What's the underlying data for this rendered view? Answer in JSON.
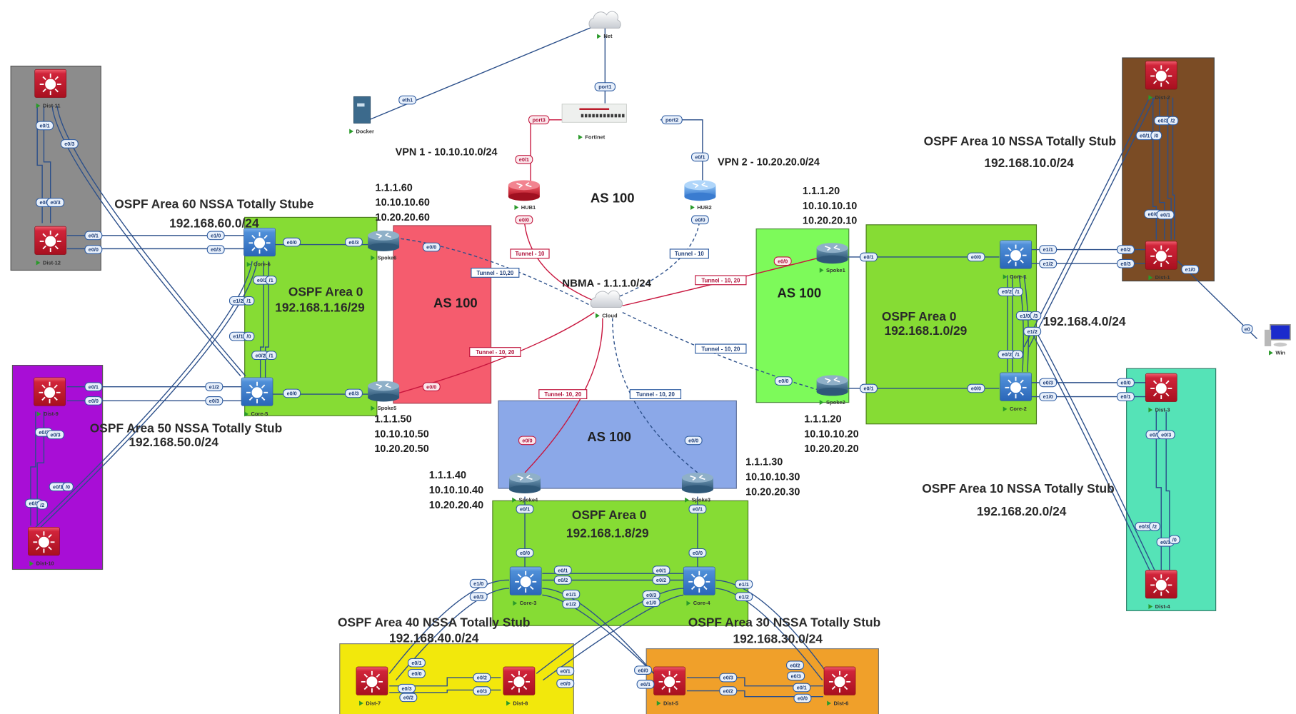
{
  "title": "OSPF / DMVPN Network Topology",
  "colors": {
    "area_green": "#86dc34",
    "as_light_green": "#7dfa5a",
    "as_red": "#f55c6e",
    "as_blue": "#8ba8e8",
    "dist_grey": "#8c8c8c",
    "dist_purple": "#a80ed6",
    "dist_brown": "#7b4c25",
    "dist_teal": "#55e3b7",
    "dist_yellow": "#f2e80c",
    "dist_orange": "#f0a02a",
    "link_blue": "#2b4f8a",
    "tunnel_red": "#c8163e"
  },
  "regions": [
    {
      "id": "grey",
      "label": ""
    },
    {
      "id": "purple",
      "label": ""
    },
    {
      "id": "area0-left",
      "label": "OSPF Area 0",
      "sub": "192.168.1.16/29"
    },
    {
      "id": "as-red",
      "label": "AS 100"
    },
    {
      "id": "as-green",
      "label": "AS 100"
    },
    {
      "id": "area0-right",
      "label": "OSPF Area 0",
      "sub": "192.168.1.0/29"
    },
    {
      "id": "brown",
      "label": ""
    },
    {
      "id": "teal",
      "label": ""
    },
    {
      "id": "as-blue",
      "label": "AS 100"
    },
    {
      "id": "area0-bottom",
      "label": "OSPF Area 0",
      "sub": "192.168.1.8/29"
    },
    {
      "id": "yellow",
      "label": ""
    },
    {
      "id": "orange",
      "label": ""
    }
  ],
  "texts": {
    "area60": "OSPF Area 60 NSSA Totally Stube",
    "area60_net": "192.168.60.0/24",
    "area50": "OSPF Area 50 NSSA Totally Stub",
    "area50_net": "192.168.50.0/24",
    "area10a": "OSPF Area 10 NSSA Totally Stub",
    "area10a_net": "192.168.10.0/24",
    "area10b": "OSPF Area 10 NSSA Totally Stub",
    "area10b_net": "192.168.20.0/24",
    "area40": "OSPF Area 40 NSSA Totally Stub",
    "area40_net": "192.168.40.0/24",
    "area30": "OSPF Area 30 NSSA Totally Stub",
    "area30_net": "192.168.30.0/24",
    "net4": "192.168.4.0/24",
    "vpn1": "VPN 1 - 10.10.10.0/24",
    "vpn2": "VPN 2 - 10.20.20.0/24",
    "as_top": "AS 100",
    "nbma": "NBMA - 1.1.1.0/24",
    "spoke6_ips": [
      "1.1.1.60",
      "10.10.10.60",
      "10.20.20.60"
    ],
    "spoke5_ips": [
      "1.1.1.50",
      "10.10.10.50",
      "10.20.20.50"
    ],
    "spoke1_ips": [
      "1.1.1.20",
      "10.10.10.10",
      "10.20.20.10"
    ],
    "spoke2_ips": [
      "1.1.1.20",
      "10.10.10.20",
      "10.20.20.20"
    ],
    "spoke4_ips": [
      "1.1.1.40",
      "10.10.10.40",
      "10.20.20.40"
    ],
    "spoke3_ips": [
      "1.1.1.30",
      "10.10.10.30",
      "10.20.20.30"
    ]
  },
  "nodes": [
    {
      "id": "net",
      "label": "Net",
      "type": "cloud"
    },
    {
      "id": "docker",
      "label": "Docker",
      "type": "server"
    },
    {
      "id": "fortinet",
      "label": "Fortinet",
      "type": "firewall"
    },
    {
      "id": "hub1",
      "label": "HUB1",
      "type": "router-red"
    },
    {
      "id": "hub2",
      "label": "HUB2",
      "type": "router-blue"
    },
    {
      "id": "cloud",
      "label": "Cloud",
      "type": "cloud"
    },
    {
      "id": "spoke6",
      "label": "Spoke6",
      "type": "router"
    },
    {
      "id": "spoke5",
      "label": "Spoke5",
      "type": "router"
    },
    {
      "id": "spoke1",
      "label": "Spoke1",
      "type": "router"
    },
    {
      "id": "spoke2",
      "label": "Spoke2",
      "type": "router"
    },
    {
      "id": "spoke4",
      "label": "Spoke4",
      "type": "router"
    },
    {
      "id": "spoke3",
      "label": "Spoke3",
      "type": "router"
    },
    {
      "id": "core6",
      "label": "Core-6",
      "type": "l3switch-blue"
    },
    {
      "id": "core5",
      "label": "Core-5",
      "type": "l3switch-blue"
    },
    {
      "id": "core1",
      "label": "Core-1",
      "type": "l3switch-blue"
    },
    {
      "id": "core2",
      "label": "Core-2",
      "type": "l3switch-blue"
    },
    {
      "id": "core3",
      "label": "Core-3",
      "type": "l3switch-blue"
    },
    {
      "id": "core4",
      "label": "Core-4",
      "type": "l3switch-blue"
    },
    {
      "id": "dist11",
      "label": "Dist-11",
      "type": "l3switch-red"
    },
    {
      "id": "dist12",
      "label": "Dist-12",
      "type": "l3switch-red"
    },
    {
      "id": "dist9",
      "label": "Dist-9",
      "type": "l3switch-red"
    },
    {
      "id": "dist10",
      "label": "Dist-10",
      "type": "l3switch-red"
    },
    {
      "id": "dist2",
      "label": "Dist-2",
      "type": "l3switch-red"
    },
    {
      "id": "dist1",
      "label": "Dist-1",
      "type": "l3switch-red"
    },
    {
      "id": "dist3",
      "label": "Dist-3",
      "type": "l3switch-red"
    },
    {
      "id": "dist4",
      "label": "Dist-4",
      "type": "l3switch-red"
    },
    {
      "id": "dist7",
      "label": "Dist-7",
      "type": "l3switch-red"
    },
    {
      "id": "dist8",
      "label": "Dist-8",
      "type": "l3switch-red"
    },
    {
      "id": "dist5",
      "label": "Dist-5",
      "type": "l3switch-red"
    },
    {
      "id": "dist6",
      "label": "Dist-6",
      "type": "l3switch-red"
    },
    {
      "id": "win",
      "label": "Win",
      "type": "pc"
    }
  ],
  "ports": [
    {
      "t": "eth1"
    },
    {
      "t": "port1"
    },
    {
      "t": "port3",
      "red": true
    },
    {
      "t": "port2"
    },
    {
      "t": "e0/1",
      "red": true
    },
    {
      "t": "e0/1"
    },
    {
      "t": "e0/0",
      "red": true
    },
    {
      "t": "e0/0"
    },
    {
      "t": "e0/3"
    },
    {
      "t": "e0/0"
    },
    {
      "t": "e0/0"
    },
    {
      "t": "e0/3"
    },
    {
      "t": "e0/0"
    },
    {
      "t": "e0/0",
      "red": true
    },
    {
      "t": "e0/0",
      "red": true
    },
    {
      "t": "e0/1"
    },
    {
      "t": "e0/0"
    },
    {
      "t": "e0/0"
    },
    {
      "t": "e0/1"
    },
    {
      "t": "e0/0"
    },
    {
      "t": "e0/1"
    },
    {
      "t": "e0/0"
    },
    {
      "t": "e0/0",
      "red": true
    },
    {
      "t": "e0/0"
    },
    {
      "t": "e0/1"
    },
    {
      "t": "e0/0"
    },
    {
      "t": "e0/1"
    },
    {
      "t": "e0/0"
    },
    {
      "t": "e0/1"
    },
    {
      "t": "e1/0"
    },
    {
      "t": "e0/0"
    },
    {
      "t": "e0/3"
    },
    {
      "t": "e0/1"
    },
    {
      "t": "e1/2"
    },
    {
      "t": "e0/0"
    },
    {
      "t": "e0/3"
    },
    {
      "t": "e0/1"
    },
    {
      "t": "e0/3"
    },
    {
      "t": "e0/2"
    },
    {
      "t": "e0/3"
    },
    {
      "t": "e0/2"
    },
    {
      "t": "/1"
    },
    {
      "t": "e1/2"
    },
    {
      "t": "/1"
    },
    {
      "t": "e1/1"
    },
    {
      "t": "/0"
    },
    {
      "t": "e0/2"
    },
    {
      "t": "/1"
    },
    {
      "t": "e0/2"
    },
    {
      "t": "e0/3"
    },
    {
      "t": "e0/1"
    },
    {
      "t": "/0"
    },
    {
      "t": "e0/3"
    },
    {
      "t": "/2"
    },
    {
      "t": "e1/1"
    },
    {
      "t": "e1/2"
    },
    {
      "t": "e0/2"
    },
    {
      "t": "e0/3"
    },
    {
      "t": "e0/3"
    },
    {
      "t": "e1/0"
    },
    {
      "t": "e0/0"
    },
    {
      "t": "e0/1"
    },
    {
      "t": "e0/2"
    },
    {
      "t": "/1"
    },
    {
      "t": "e1/0"
    },
    {
      "t": "/3"
    },
    {
      "t": "e1/2"
    },
    {
      "t": "e0/2"
    },
    {
      "t": "/1"
    },
    {
      "t": "e0/1"
    },
    {
      "t": "/0"
    },
    {
      "t": "e0/3"
    },
    {
      "t": "/2"
    },
    {
      "t": "e0/0"
    },
    {
      "t": "e0/1"
    },
    {
      "t": "e1/0"
    },
    {
      "t": "e0"
    },
    {
      "t": "e0/2"
    },
    {
      "t": "e0/3"
    },
    {
      "t": "e0/3"
    },
    {
      "t": "/2"
    },
    {
      "t": "e0/1"
    },
    {
      "t": "/0"
    },
    {
      "t": "e0/1"
    },
    {
      "t": "e0/2"
    },
    {
      "t": "e0/1"
    },
    {
      "t": "e0/2"
    },
    {
      "t": "e1/0"
    },
    {
      "t": "e0/3"
    },
    {
      "t": "e1/1"
    },
    {
      "t": "e1/2"
    },
    {
      "t": "e0/3"
    },
    {
      "t": "e1/0"
    },
    {
      "t": "e1/1"
    },
    {
      "t": "e1/2"
    },
    {
      "t": "e0/1"
    },
    {
      "t": "e0/0"
    },
    {
      "t": "e0/3"
    },
    {
      "t": "e0/2"
    },
    {
      "t": "e0/2"
    },
    {
      "t": "e0/3"
    },
    {
      "t": "e0/1"
    },
    {
      "t": "e0/0"
    },
    {
      "t": "e0/0"
    },
    {
      "t": "e0/1"
    },
    {
      "t": "e0/3"
    },
    {
      "t": "e0/2"
    },
    {
      "t": "e0/2"
    },
    {
      "t": "e0/3"
    },
    {
      "t": "e0/1"
    },
    {
      "t": "e0/0"
    }
  ],
  "tunnels": [
    {
      "t": "Tunnel - 10",
      "red": true
    },
    {
      "t": "Tunnel - 10"
    },
    {
      "t": "Tunnel - 10,20"
    },
    {
      "t": "Tunnel - 10, 20",
      "red": true
    },
    {
      "t": "Tunnel - 10, 20",
      "red": true
    },
    {
      "t": "Tunnel - 10, 20"
    },
    {
      "t": "Tunnel- 10, 20",
      "red": true
    },
    {
      "t": "Tunnel - 10, 20"
    }
  ]
}
